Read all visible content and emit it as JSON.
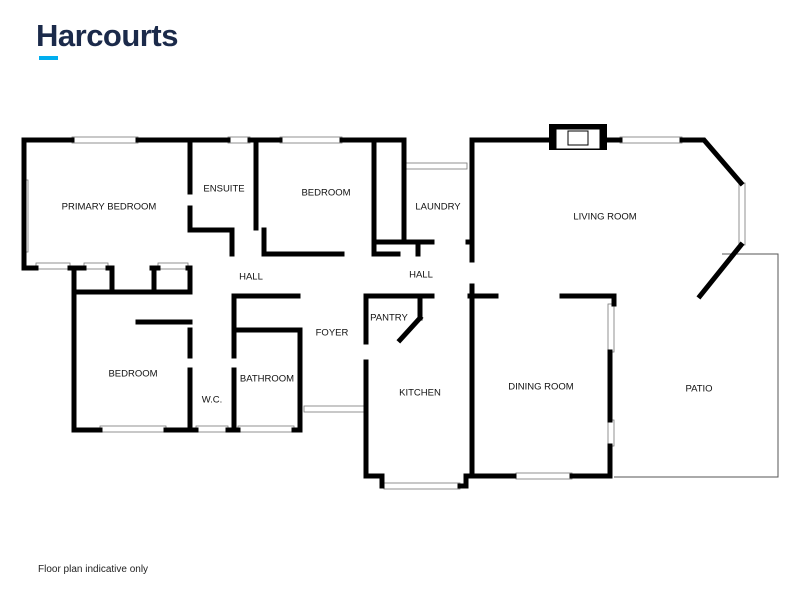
{
  "brand": {
    "name": "Harcourts",
    "color": "#1b2a4a",
    "accent": "#00aeef"
  },
  "rooms": {
    "primary_bedroom": "PRIMARY BEDROOM",
    "ensuite": "ENSUITE",
    "bedroom_2": "BEDROOM",
    "laundry": "LAUNDRY",
    "living_room": "LIVING ROOM",
    "hall_left": "HALL",
    "hall_right": "HALL",
    "pantry": "PANTRY",
    "foyer": "FOYER",
    "bedroom_3": "BEDROOM",
    "bathroom": "BATHROOM",
    "wc": "W.C.",
    "kitchen": "KITCHEN",
    "dining_room": "DINING ROOM",
    "patio": "PATIO"
  },
  "disclaimer": "Floor plan indicative only"
}
